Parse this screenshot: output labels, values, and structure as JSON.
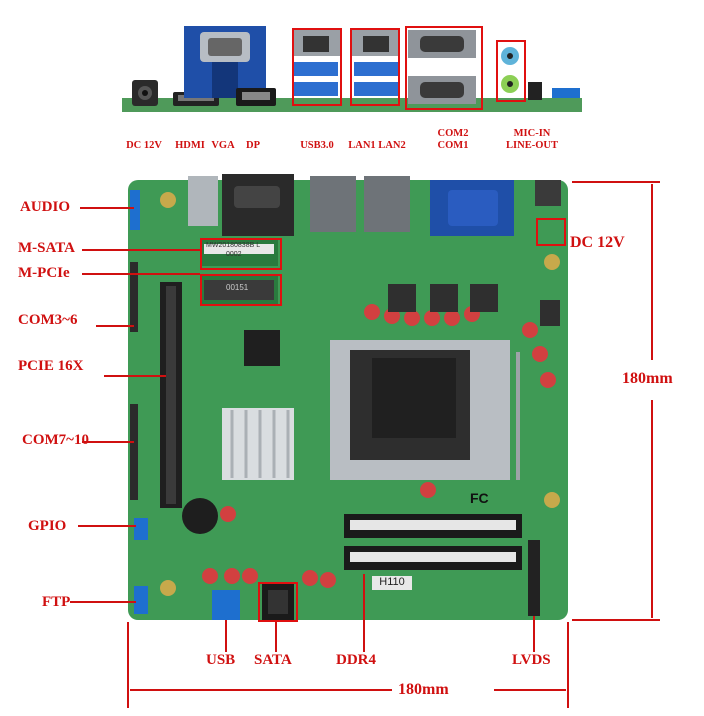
{
  "rear_io_labels": {
    "dc": "DC 12V",
    "hdmi": "HDMI",
    "vga": "VGA",
    "dp": "DP",
    "usb30": "USB3.0",
    "lan": "LAN1 LAN2",
    "com2": "COM2",
    "com1": "COM1",
    "mic_in": "MIC-IN",
    "line_out": "LINE-OUT"
  },
  "side_labels": {
    "audio": "AUDIO",
    "msata": "M-SATA",
    "mpcie": "M-PCIe",
    "com3_6": "COM3~6",
    "pcie16x": "PCIE 16X",
    "com7_10": "COM7~10",
    "gpio": "GPIO",
    "ftp": "FTP",
    "dc12v_right": "DC 12V"
  },
  "bottom_labels": {
    "usb": "USB",
    "sata": "SATA",
    "ddr4": "DDR4",
    "lvds": "LVDS"
  },
  "dimensions": {
    "height": "180mm",
    "width": "180mm"
  },
  "board_text": {
    "chipset": "H110",
    "msata_sticker": "MW20180838B L",
    "msata_sticker2": "0002",
    "mpcie_sticker": "00151",
    "fc_mark": "FC"
  },
  "colors": {
    "board_green": "#3f9a55",
    "dark_green": "#2c7a40",
    "label_red": "#d01010",
    "vga_blue": "#1f4fa8"
  }
}
